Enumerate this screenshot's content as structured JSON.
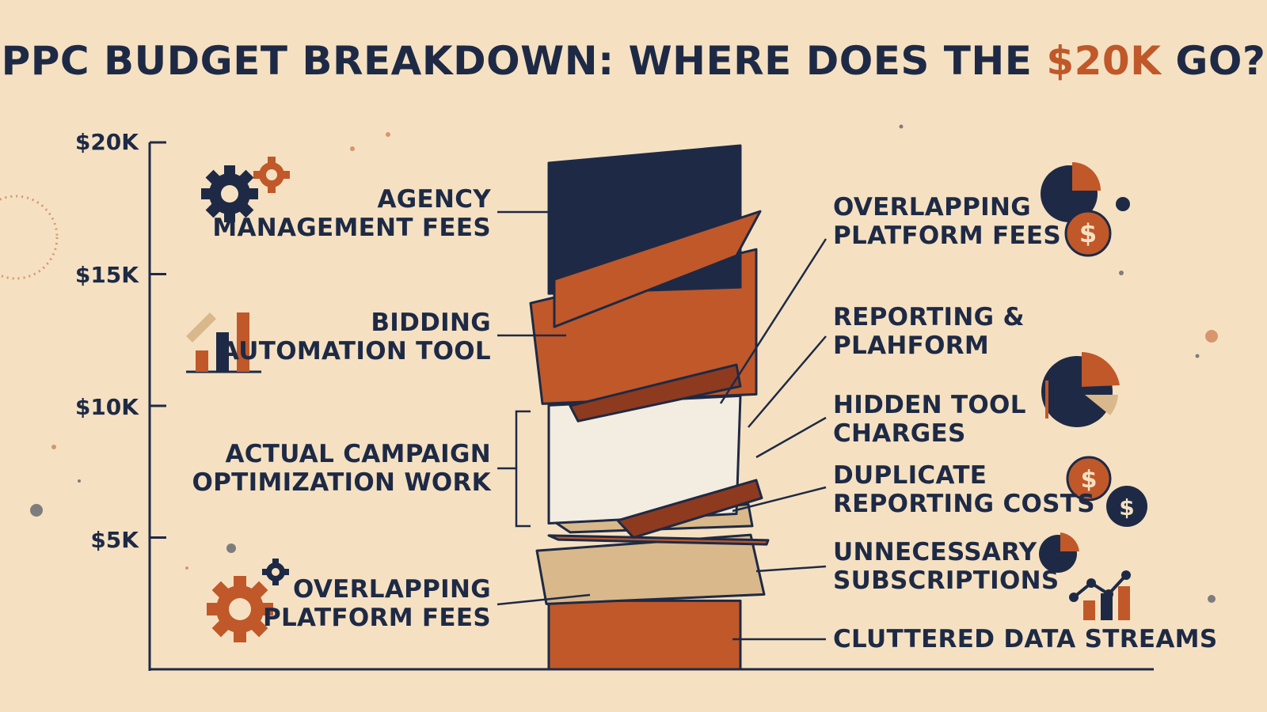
{
  "title": {
    "prefix": "PPC BUDGET BREAKDOWN: WHERE DOES THE ",
    "highlight": "$20K",
    "suffix": " GO?"
  },
  "colors": {
    "background": "#f5e1c2",
    "navy": "#1e2a45",
    "rust": "#c0582a",
    "cream": "#f3ece0",
    "tan": "#d9b88b",
    "dark_rust": "#8e3a1f"
  },
  "chart_data": {
    "type": "bar",
    "stacked": true,
    "y_ticks": [
      "$20K",
      "$15K",
      "$10K",
      "$5K"
    ],
    "ylim": [
      0,
      20000
    ],
    "segments": [
      {
        "label": "CLUTTERED DATA STREAMS",
        "start": 0,
        "end": 2600,
        "color": "rust"
      },
      {
        "label": "OVERLAPPING PLATFORM FEES",
        "start": 2600,
        "end": 4800,
        "color": "tan"
      },
      {
        "label": "UNNECESSARY SUBSCRIPTIONS",
        "start": 4800,
        "end": 5200,
        "color": "rust"
      },
      {
        "label": "DUPLICATE REPORTING COSTS",
        "start": 5200,
        "end": 5900,
        "color": "tan"
      },
      {
        "label": "HIDDEN TOOL CHARGES",
        "start": 5900,
        "end": 7000,
        "color": "dark_rust"
      },
      {
        "label": "ACTUAL CAMPAIGN OPTIMIZATION WORK",
        "start": 5900,
        "end": 10200,
        "color": "cream"
      },
      {
        "label": "REPORTING & PLAHFORM",
        "start": 10200,
        "end": 10900,
        "color": "dark_rust"
      },
      {
        "label": "BIDDING AUTOMATION TOOL",
        "start": 10200,
        "end": 14500,
        "color": "rust"
      },
      {
        "label": "OVERLAPPING PLATFORM FEES",
        "start": 14500,
        "end": 16000,
        "color": "rust"
      },
      {
        "label": "AGENCY MANAGEMENT FEES",
        "start": 14500,
        "end": 20000,
        "color": "navy"
      }
    ]
  },
  "left_labels": [
    {
      "line1": "AGENCY",
      "line2": "MANAGEMENT FEES"
    },
    {
      "line1": "BIDDING",
      "line2": "AUTOMATION TOOL"
    },
    {
      "line1": "ACTUAL CAMPAIGN",
      "line2": "OPTIMIZATION WORK"
    },
    {
      "line1": "OVERLAPPING",
      "line2": "PLATFORM FEES"
    }
  ],
  "right_labels": [
    {
      "line1": "OVERLAPPING",
      "line2": "PLATFORM FEES"
    },
    {
      "line1": "REPORTING &",
      "line2": "PLAHFORM"
    },
    {
      "line1": "HIDDEN TOOL",
      "line2": "CHARGES"
    },
    {
      "line1": "DUPLICATE",
      "line2": "REPORTING COSTS"
    },
    {
      "line1": "UNNECESSARY",
      "line2": "SUBSCRIPTIONS"
    },
    {
      "line1": "CLUTTERED DATA STREAMS",
      "line2": ""
    }
  ],
  "icons": {
    "top_left": "gears-icon",
    "mid_left": "bar-chart-hammer-icon",
    "bottom_left": "gears-icon",
    "top_right": "pie-dollar-icon",
    "mid_right": "pie-chart-icon",
    "lower_right": "dollar-coins-icon",
    "bottom_right": "pie-line-chart-icon",
    "dollar_symbol": "$"
  }
}
